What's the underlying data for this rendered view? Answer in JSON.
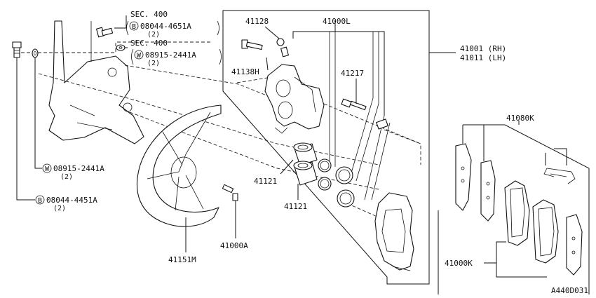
{
  "diagram": {
    "drawing_code": "A440D031",
    "labels": {
      "sec400_a": "SEC. 400",
      "bolt_b_part": "08044-4651A",
      "bolt_b_qty": "(2)",
      "sec400_b": "SEC. 400",
      "washer_w_part": "08915-2441A",
      "washer_w_qty": "(2)",
      "p41128": "41128",
      "p41000L": "41000L",
      "p41001": "41001 (RH)",
      "p41011": "41011 (LH)",
      "p41138H": "41138H",
      "p41217": "41217",
      "p41080K": "41080K",
      "washer_left_part": "08915-2441A",
      "washer_left_qty": "(2)",
      "bolt_left_part": "08044-4451A",
      "bolt_left_qty": "(2)",
      "p41121_a": "41121",
      "p41121_b": "41121",
      "p41000A": "41000A",
      "p41151M": "41151M",
      "p41000K": "41000K"
    },
    "markers": {
      "bolt": "B",
      "washer": "W"
    }
  }
}
